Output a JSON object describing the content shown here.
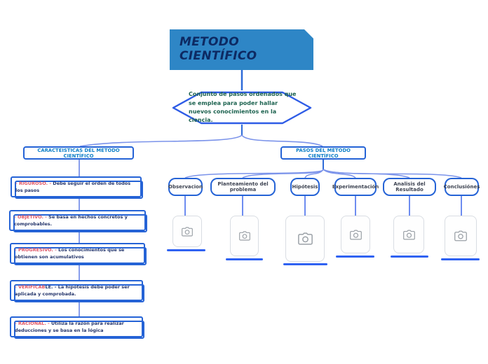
{
  "title": "METODO CIENTÍFICO",
  "description": "Conjunto de pasos ordenados que se emplea para poder hallar nuevos conocimientos en la ciencia.",
  "branches": {
    "left_label": "CARACTEISTICAS DEL METODO CIENTÍFICO",
    "right_label": "PASOS DEL MÉTODO CIENTÍFICO"
  },
  "characteristics": {
    "items": [
      {
        "red": "- RIGUROSO. -",
        "dark": "",
        "desc": " Debe seguir el orden de todos los pasos"
      },
      {
        "red": "- OBJETIVO. -",
        "dark": "",
        "desc": " Se basa en hechos concretos y comprobables."
      },
      {
        "red": "- PROGRESIVO. -",
        "dark": "",
        "desc": " Los conocimientos que se obtienen son acumulativos"
      },
      {
        "red": "- VERIFICAB",
        "dark": "LE. -",
        "desc": " La hipótesis debe poder ser aplicada y comprobada."
      },
      {
        "red": "- RACIONAL. -",
        "dark": "",
        "desc": " Utiliza la razón para realizar deducciones y se basa en la lógica"
      }
    ]
  },
  "steps": {
    "items": [
      {
        "label": "Observacion"
      },
      {
        "label": "Planteamiento del problema"
      },
      {
        "label": "Hipótesis"
      },
      {
        "label": "Experimentación"
      },
      {
        "label": "Analisis del Resultado"
      },
      {
        "label": "Conclusiónes"
      }
    ],
    "placeholder_icon": "camera-icon"
  },
  "colors": {
    "title_fill": "#2e86c6",
    "title_text": "#0d2a63",
    "border_blue": "#2563d6",
    "wire_blue": "#7b93ea",
    "header_text": "#1080c8",
    "label_red": "#e25563",
    "body_navy": "#24356b",
    "hex_text_green": "#1d6350",
    "underline_blue": "#2f62f2"
  }
}
